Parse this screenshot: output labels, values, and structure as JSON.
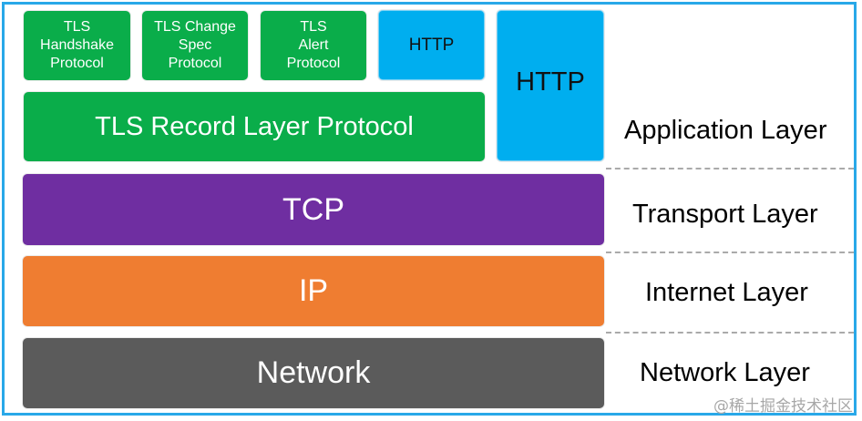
{
  "application_row": {
    "tls_handshake": "TLS\nHandshake\nProtocol",
    "tls_change_spec": "TLS Change\nSpec\nProtocol",
    "tls_alert": "TLS\nAlert\nProtocol",
    "http_small": "HTTP",
    "tls_record": "TLS Record Layer Protocol",
    "http_large": "HTTP"
  },
  "stack": {
    "tcp": "TCP",
    "ip": "IP",
    "network": "Network"
  },
  "layer_labels": {
    "application": "Application Layer",
    "transport": "Transport Layer",
    "internet": "Internet Layer",
    "network": "Network Layer"
  },
  "watermark": "@稀土掘金技术社区",
  "colors": {
    "green": "#0aad4a",
    "blue": "#00aeef",
    "purple": "#6f2ea1",
    "orange": "#ef7d31",
    "gray": "#5b5b5b",
    "frame": "#29a8e8"
  }
}
